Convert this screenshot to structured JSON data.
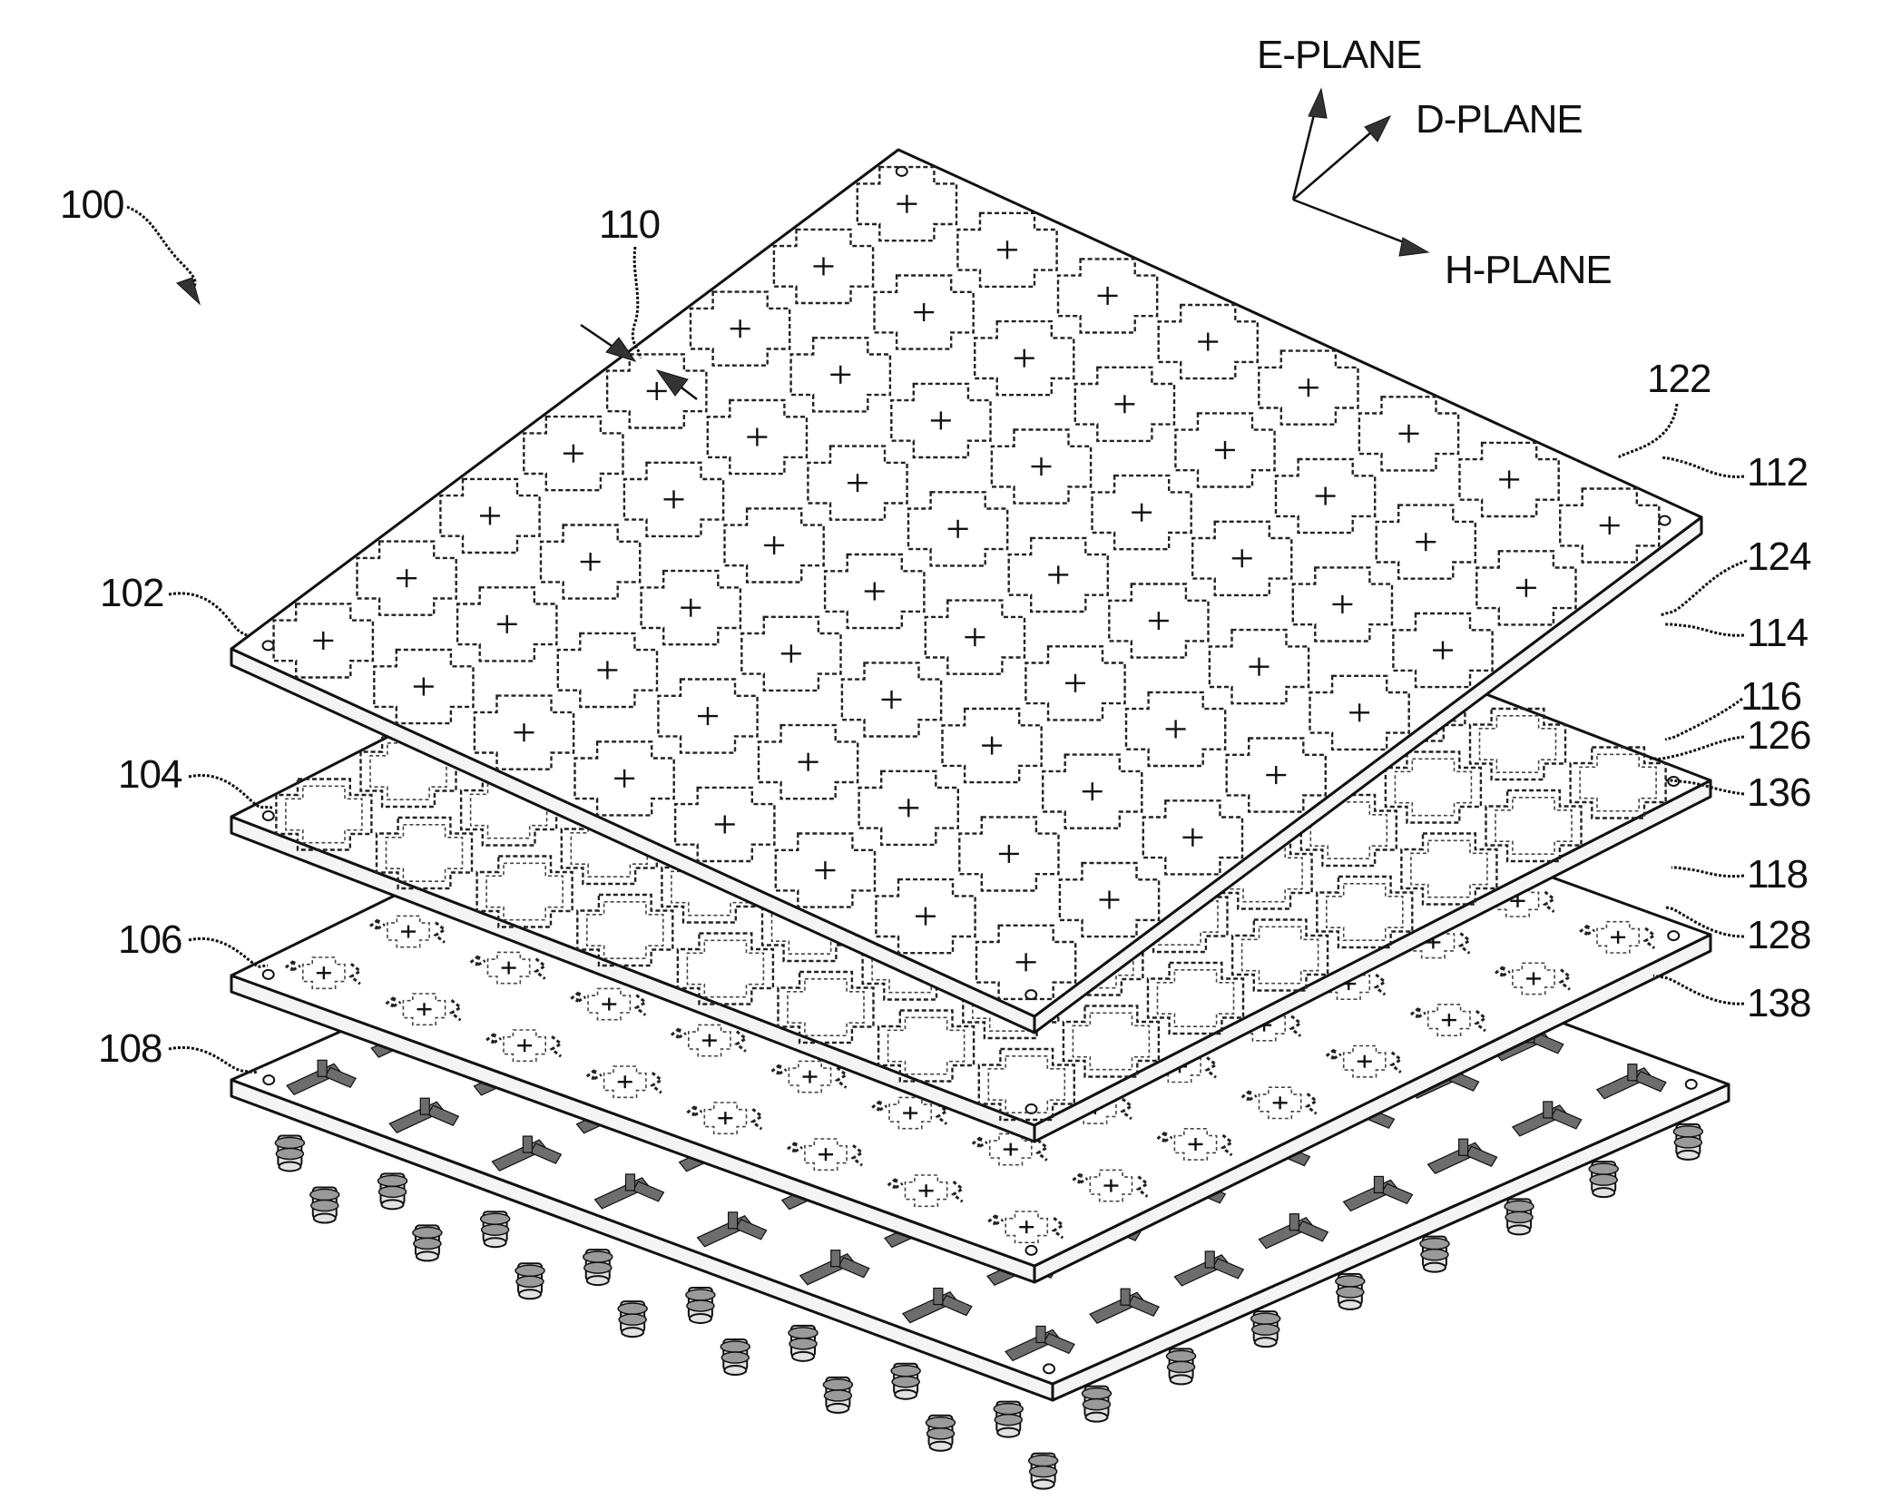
{
  "axes": {
    "e_plane": "E-PLANE",
    "d_plane": "D-PLANE",
    "h_plane": "H-PLANE"
  },
  "refs": {
    "r100": "100",
    "r102": "102",
    "r104": "104",
    "r106": "106",
    "r108": "108",
    "r110": "110",
    "r112": "112",
    "r114": "114",
    "r116": "116",
    "r118": "118",
    "r122": "122",
    "r124": "124",
    "r126": "126",
    "r128": "128",
    "r136": "136",
    "r138": "138"
  },
  "array": {
    "rows": 8,
    "columns": 8,
    "layers": [
      "102",
      "104",
      "106",
      "108"
    ]
  }
}
